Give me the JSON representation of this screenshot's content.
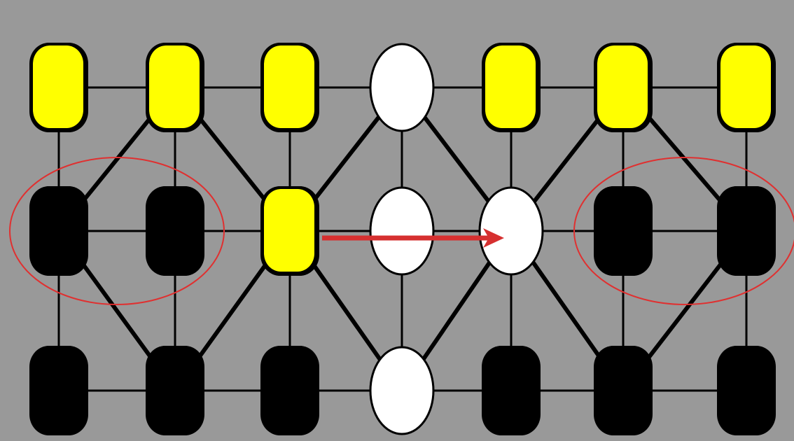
{
  "colors": {
    "background": "#999999",
    "yellow": "#ffff00",
    "black": "#000000",
    "white": "#ffffff",
    "line": "#000000",
    "highlight": "#e03030",
    "arrow": "#d63030"
  },
  "board": {
    "rows": 3,
    "cols": 7,
    "stones": [
      [
        "yellow",
        "yellow",
        "yellow",
        "white",
        "yellow",
        "yellow",
        "yellow"
      ],
      [
        "black",
        "black",
        "yellow",
        "white",
        "white",
        "black",
        "black"
      ],
      [
        "black",
        "black",
        "black",
        "white",
        "black",
        "black",
        "black"
      ]
    ],
    "diagonal_links": [
      [
        [
          1,
          0
        ],
        [
          0,
          1
        ]
      ],
      [
        [
          0,
          1
        ],
        [
          1,
          2
        ]
      ],
      [
        [
          1,
          0
        ],
        [
          2,
          1
        ]
      ],
      [
        [
          2,
          1
        ],
        [
          1,
          2
        ]
      ],
      [
        [
          1,
          2
        ],
        [
          0,
          3
        ]
      ],
      [
        [
          1,
          2
        ],
        [
          2,
          3
        ]
      ],
      [
        [
          0,
          3
        ],
        [
          1,
          4
        ]
      ],
      [
        [
          2,
          3
        ],
        [
          1,
          4
        ]
      ],
      [
        [
          1,
          4
        ],
        [
          0,
          5
        ]
      ],
      [
        [
          1,
          4
        ],
        [
          2,
          5
        ]
      ],
      [
        [
          0,
          5
        ],
        [
          1,
          6
        ]
      ],
      [
        [
          1,
          6
        ],
        [
          2,
          5
        ]
      ]
    ]
  },
  "highlights": [
    {
      "name": "highlight-left-pair",
      "cells": [
        [
          1,
          0
        ],
        [
          1,
          1
        ]
      ]
    },
    {
      "name": "highlight-right-pair",
      "cells": [
        [
          1,
          5
        ],
        [
          1,
          6
        ]
      ]
    }
  ],
  "move_arrow": {
    "from": [
      1,
      2
    ],
    "to": [
      1,
      4
    ]
  }
}
